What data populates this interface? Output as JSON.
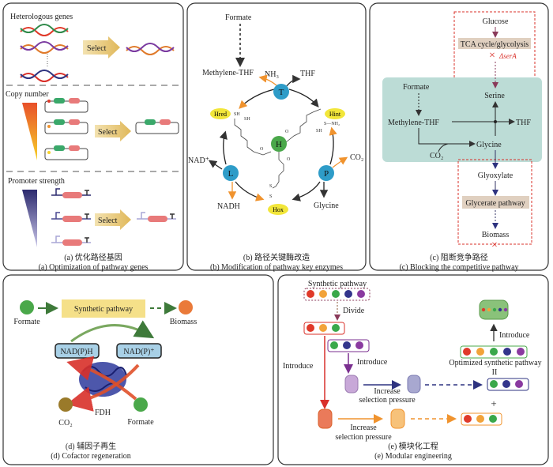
{
  "panel_a": {
    "heterologous": "Heterologous genes",
    "copy_number": "Copy number",
    "promoter": "Promoter strength",
    "select": "Select",
    "caption_cn": "(a) 优化路径基因",
    "caption_en": "(a) Optimization of pathway genes"
  },
  "panel_b": {
    "formate": "Formate",
    "methylene_thf": "Methylene-THF",
    "nh3": "NH₃",
    "thf": "THF",
    "t": "T",
    "h": "H",
    "l": "L",
    "p": "P",
    "h_red": "Hred",
    "h_int": "Hint",
    "h_ox": "Hox",
    "nad": "NAD⁺",
    "nadh": "NADH",
    "co2": "CO₂",
    "glycine": "Glycine",
    "sh": "SH",
    "snh2": "S—NH₂",
    "o": "O",
    "s": "S",
    "caption_cn": "(b) 路径关键酶改造",
    "caption_en": "(b) Modification of pathway key enzymes"
  },
  "panel_c": {
    "glucose": "Glucose",
    "tca": "TCA cycle/glycolysis",
    "serA": "ΔserA",
    "formate": "Formate",
    "serine": "Serine",
    "methylene_thf": "Methylene-THF",
    "thf": "THF",
    "glycine": "Glycine",
    "co2": "CO₂",
    "glyoxylate": "Glyoxylate",
    "glycerate": "Glycerate pathway",
    "biomass": "Biomass",
    "caption_cn": "(c) 阻断竞争路径",
    "caption_en": "(c) Blocking the competitive pathway"
  },
  "panel_d": {
    "formate": "Formate",
    "synthetic": "Synthetic pathway",
    "biomass": "Biomass",
    "nadph": "NAD(P)H",
    "nadp": "NAD(P)⁺",
    "fdh": "FDH",
    "co2": "CO₂",
    "formate2": "Formate",
    "caption_cn": "(d) 辅因子再生",
    "caption_en": "(d) Cofactor regeneration"
  },
  "panel_e": {
    "synthetic": "Synthetic pathway",
    "divide": "Divide",
    "introduce_red": "Introduce",
    "introduce_purple": "Introduce",
    "increase1a": "Increase",
    "increase1b": "selection pressure",
    "increase2a": "Increase",
    "increase2b": "selection pressure",
    "optimized": "Optimized synthetic pathway",
    "equals": "II",
    "plus": "+",
    "introduce_top": "Introduce",
    "caption_cn": "(e) 模块化工程",
    "caption_en": "(e) Modular engineering"
  },
  "colors": {
    "module_dots": [
      "#e03a2a",
      "#f2a33a",
      "#3aa84a",
      "#33358c",
      "#8a3aa0"
    ],
    "teal": "#bcdcd6",
    "highlight_yellow": "#f5e089",
    "enzyme_blue": "#2e9cc8"
  }
}
